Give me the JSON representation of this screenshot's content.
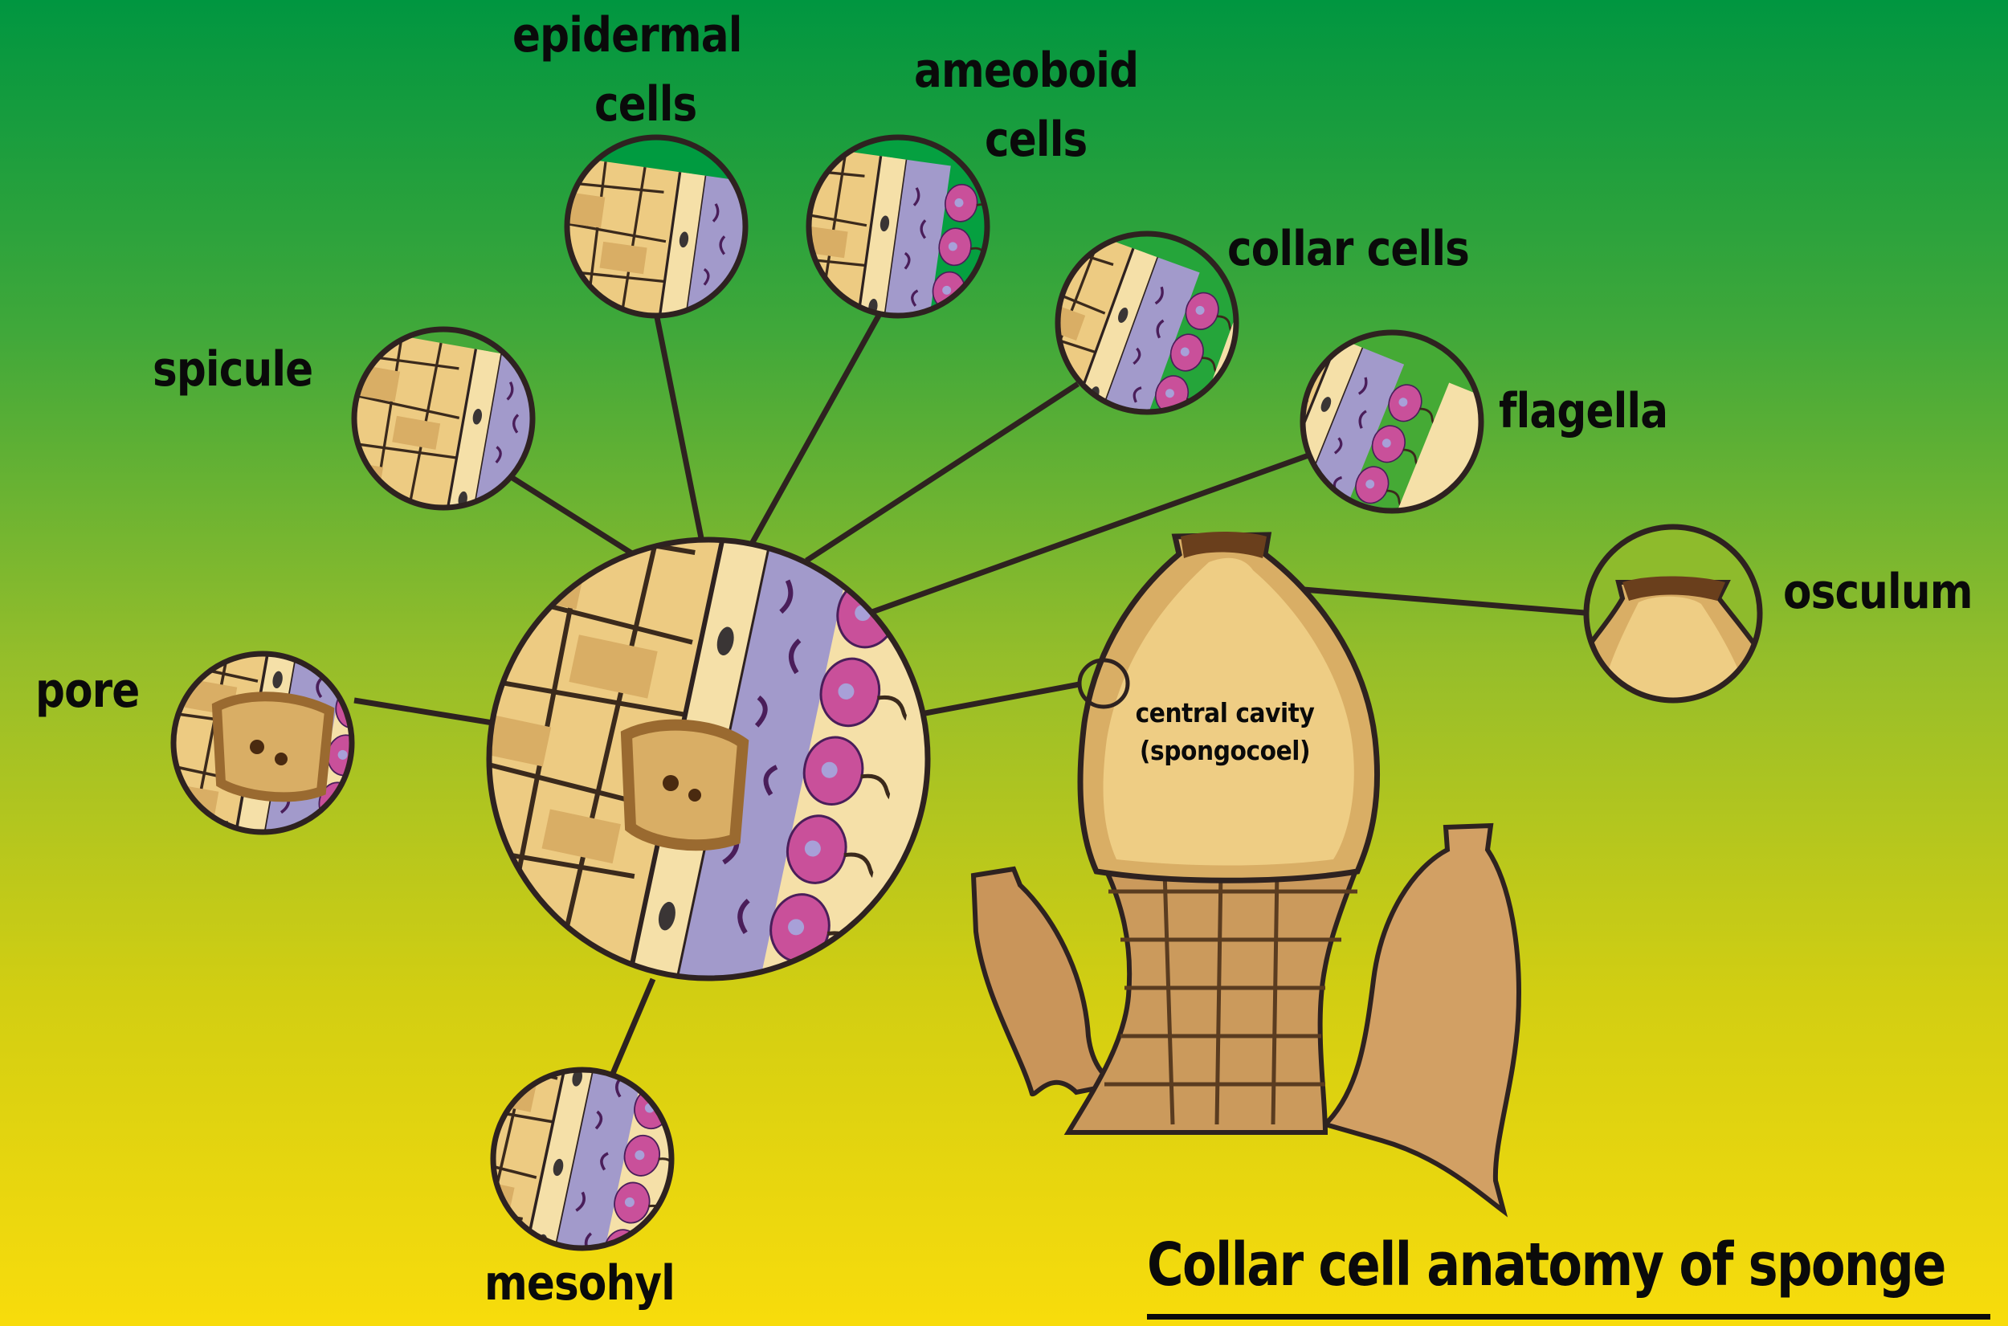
{
  "title": "Collar cell anatomy of sponge",
  "labels": {
    "epidermal_line1": "epidermal",
    "epidermal_line2": "cells",
    "ameoboid_line1": "ameoboid",
    "ameoboid_line2": "cells",
    "collar_cells": "collar cells",
    "flagella": "flagella",
    "osculum": "osculum",
    "spicule": "spicule",
    "pore": "pore",
    "mesohyl": "mesohyl",
    "central_cavity_line1": "central cavity",
    "central_cavity_line2": "(spongocoel)"
  },
  "colors": {
    "background_top": "#009640",
    "background_bottom": "#F8DC0C",
    "outline": "#2E2220",
    "tan": "#EDCB82",
    "cream": "#F5E0A8",
    "lavender": "#A29ACB",
    "magenta": "#C9509A",
    "sponge_dark": "#B88A4E"
  }
}
